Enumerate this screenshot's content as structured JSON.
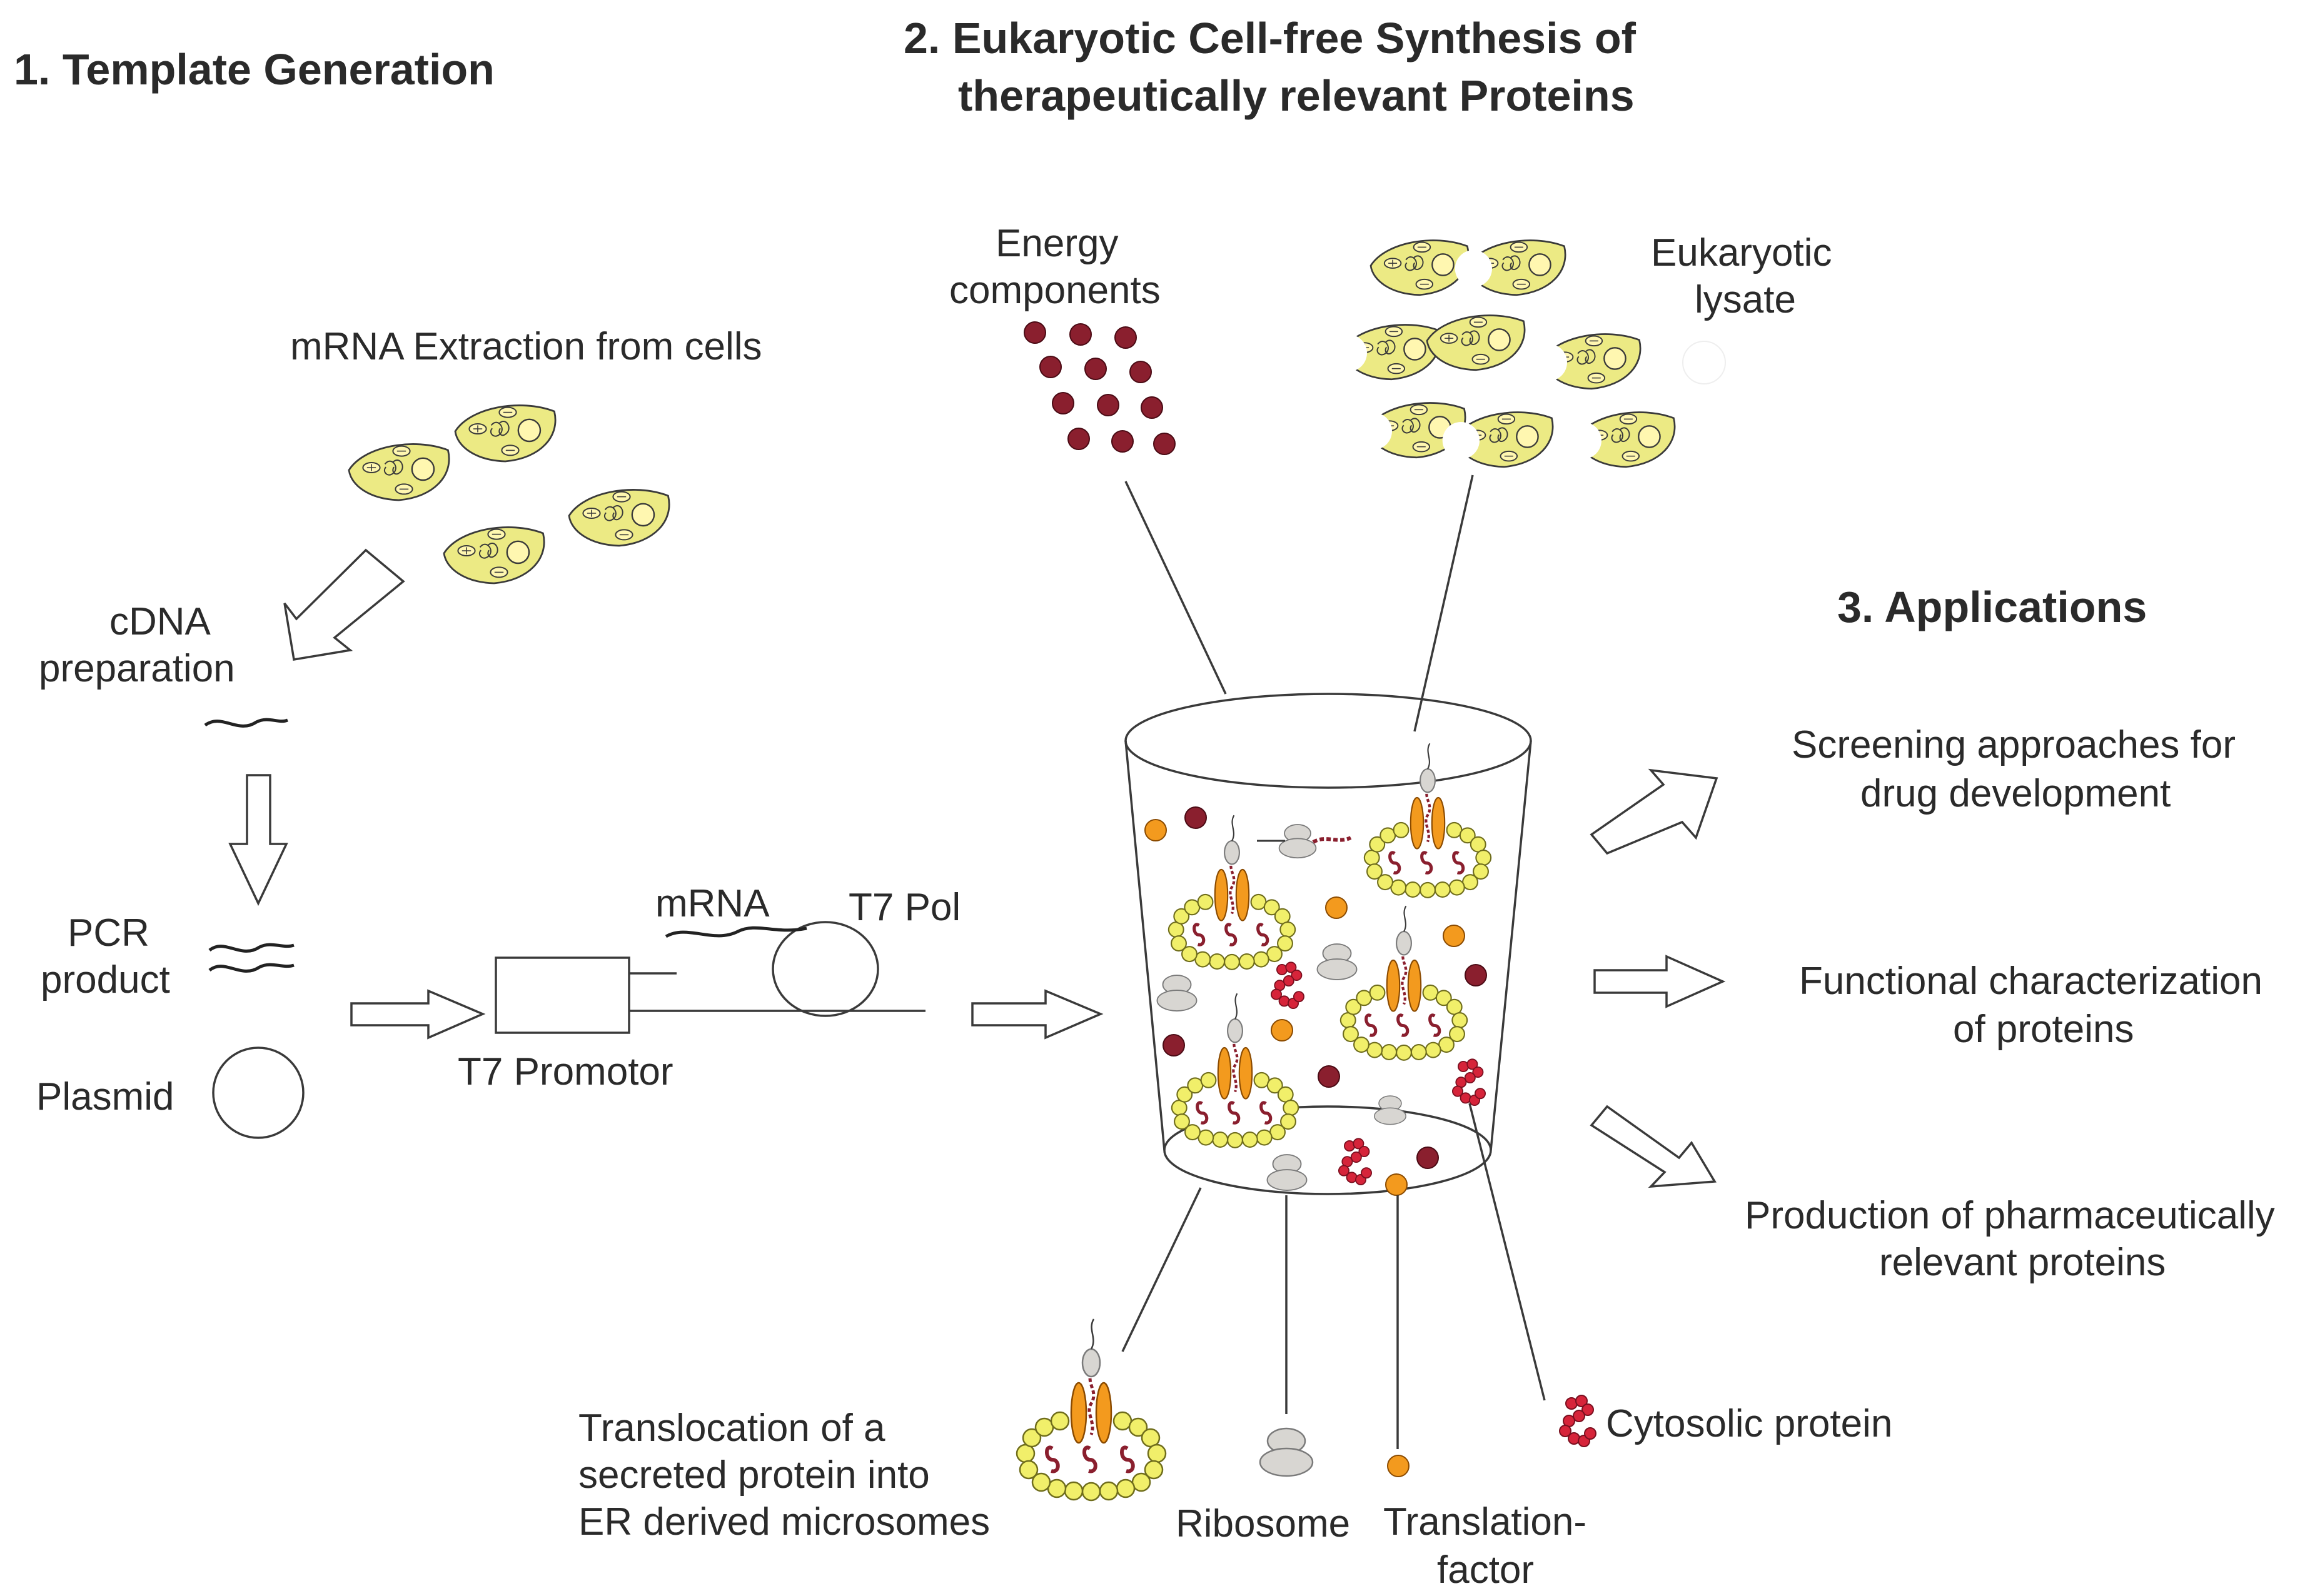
{
  "headers": {
    "template": "1. Template Generation",
    "synthesis_line1": "2. Eukaryotic Cell-free Synthesis of",
    "synthesis_line2": "therapeutically relevant Proteins",
    "applications": "3. Applications"
  },
  "template_section": {
    "mrna_extraction": "mRNA Extraction from cells",
    "cdna_line1": "cDNA",
    "cdna_line2": "preparation",
    "pcr_line1": "PCR",
    "pcr_line2": "product",
    "plasmid": "Plasmid",
    "t7_promotor": "T7 Promotor",
    "mrna": "mRNA",
    "t7_pol": "T7 Pol"
  },
  "synthesis_section": {
    "energy_line1": "Energy",
    "energy_line2": "components",
    "lysate_line1": "Eukaryotic",
    "lysate_line2": "lysate",
    "translocation_line1": "Translocation of a",
    "translocation_line2": "secreted protein into",
    "translocation_line3": "ER derived microsomes",
    "ribosome": "Ribosome",
    "translation_line1": "Translation-",
    "translation_line2": "factor",
    "cytosolic": "Cytosolic protein"
  },
  "applications_section": {
    "screening_line1": "Screening approaches for",
    "screening_line2": "drug development",
    "functional_line1": "Functional characterization",
    "functional_line2": "of proteins",
    "production_line1": "Production of pharmaceutically",
    "production_line2": "relevant proteins"
  },
  "colors": {
    "cell_fill": "#ecea84",
    "energy": "#8a1f2e",
    "factor": "#f39a1e",
    "ribosome": "#d8d6d2",
    "microsome_bead": "#f1ef6a",
    "cytosolic": "#d6243a"
  }
}
